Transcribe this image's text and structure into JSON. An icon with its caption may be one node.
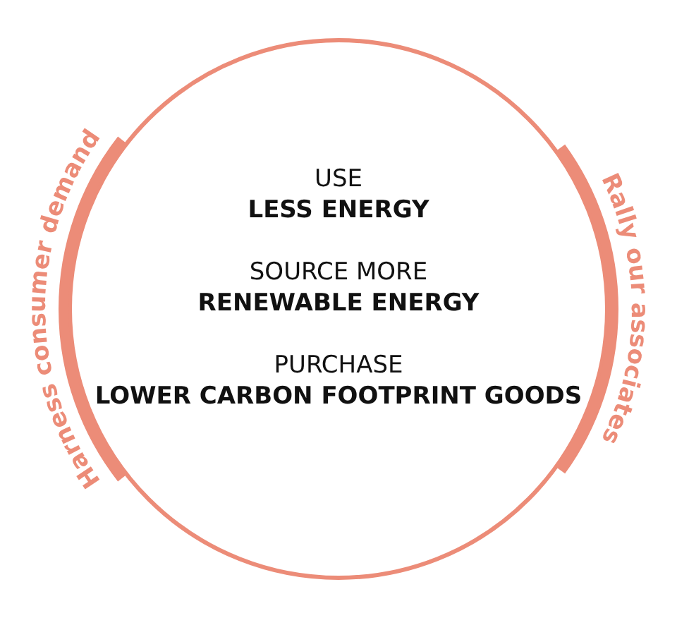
{
  "diagram": {
    "nodes": [
      {
        "text": [
          "USE",
          "LESS ENERGY",
          "SOURCE MORE",
          "RENEWABLE ENERGY",
          "PURCHASE",
          "LOWER CARBON FOOTPRINT GOODS"
        ]
      }
    ],
    "labels": [
      "Harness consumer demand",
      "Rally our associates"
    ]
  }
}
